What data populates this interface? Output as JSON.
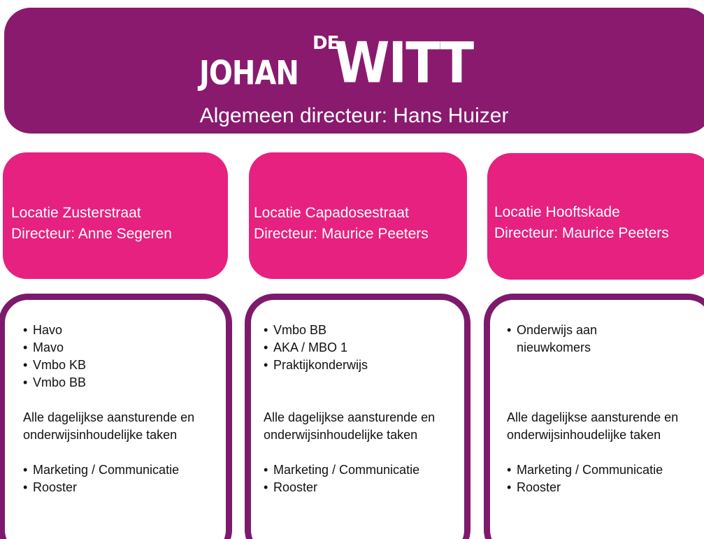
{
  "header": {
    "logo": {
      "johan": "JOHAN",
      "de": "DE",
      "witt": "WITT"
    },
    "subtitle": "Algemeen directeur: Hans Huizer"
  },
  "locations": [
    {
      "location": "Locatie Zusterstraat",
      "director": "Directeur: Anne Segeren"
    },
    {
      "location": "Locatie Capadosestraat",
      "director": "Directeur: Maurice Peeters"
    },
    {
      "location": "Locatie Hooftskade",
      "director": "Directeur: Maurice Peeters"
    }
  ],
  "tasks": [
    {
      "programs": [
        "Havo",
        "Mavo",
        "Vmbo KB",
        "Vmbo BB"
      ],
      "description": "Alle dagelijkse aansturende en onderwijsinhoudelijke taken",
      "extra": [
        "Marketing / Communicatie",
        "Rooster"
      ]
    },
    {
      "programs": [
        "Vmbo BB",
        "AKA / MBO 1",
        "Praktijkonderwijs"
      ],
      "description": "Alle dagelijkse aansturende en onderwijsinhoudelijke taken",
      "extra": [
        "Marketing / Communicatie",
        "Rooster"
      ]
    },
    {
      "programs": [
        "Onderwijs aan nieuwkomers"
      ],
      "description": "Alle dagelijkse aansturende en onderwijsinhoudelijke taken",
      "extra": [
        "Marketing / Communicatie",
        "Rooster"
      ]
    }
  ],
  "colors": {
    "header": "#8a1a6e",
    "location": "#e6217f",
    "task_border": "#7d1a6d"
  }
}
